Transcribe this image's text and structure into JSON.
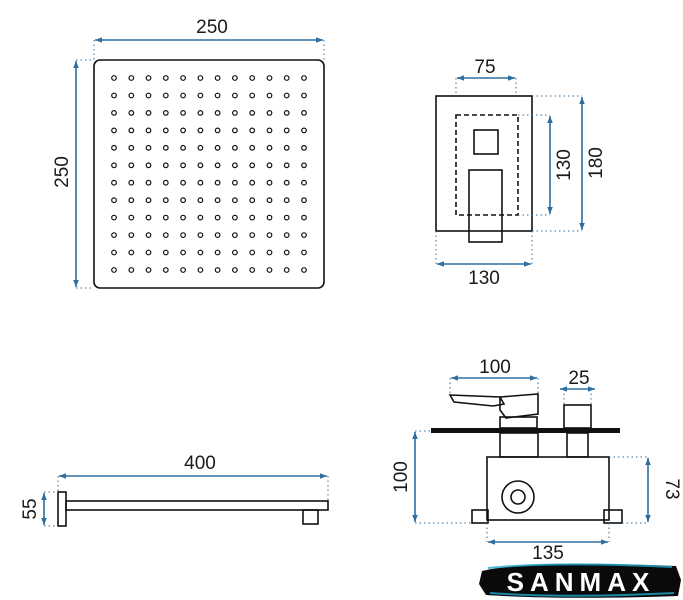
{
  "colors": {
    "dimension": "#2e6e9e",
    "outline": "#111111",
    "brand_text": "#ffffff",
    "brand_bg": "#0a0a0a",
    "brand_glow": "#1fa8c9"
  },
  "shower_head": {
    "width_label": "250",
    "height_label": "250",
    "nozzle_rows": 12,
    "nozzle_cols": 12
  },
  "mixer_front": {
    "top_label": "75",
    "height_inner_label": "130",
    "height_outer_label": "180",
    "bottom_label": "130"
  },
  "arm": {
    "length_label": "400",
    "height_label": "55"
  },
  "mixer_side": {
    "lever_label": "100",
    "diverter_label": "25",
    "height_label": "100",
    "box_height_label": "73",
    "box_width_label": "135"
  },
  "brand": {
    "name": "SANMAX"
  }
}
